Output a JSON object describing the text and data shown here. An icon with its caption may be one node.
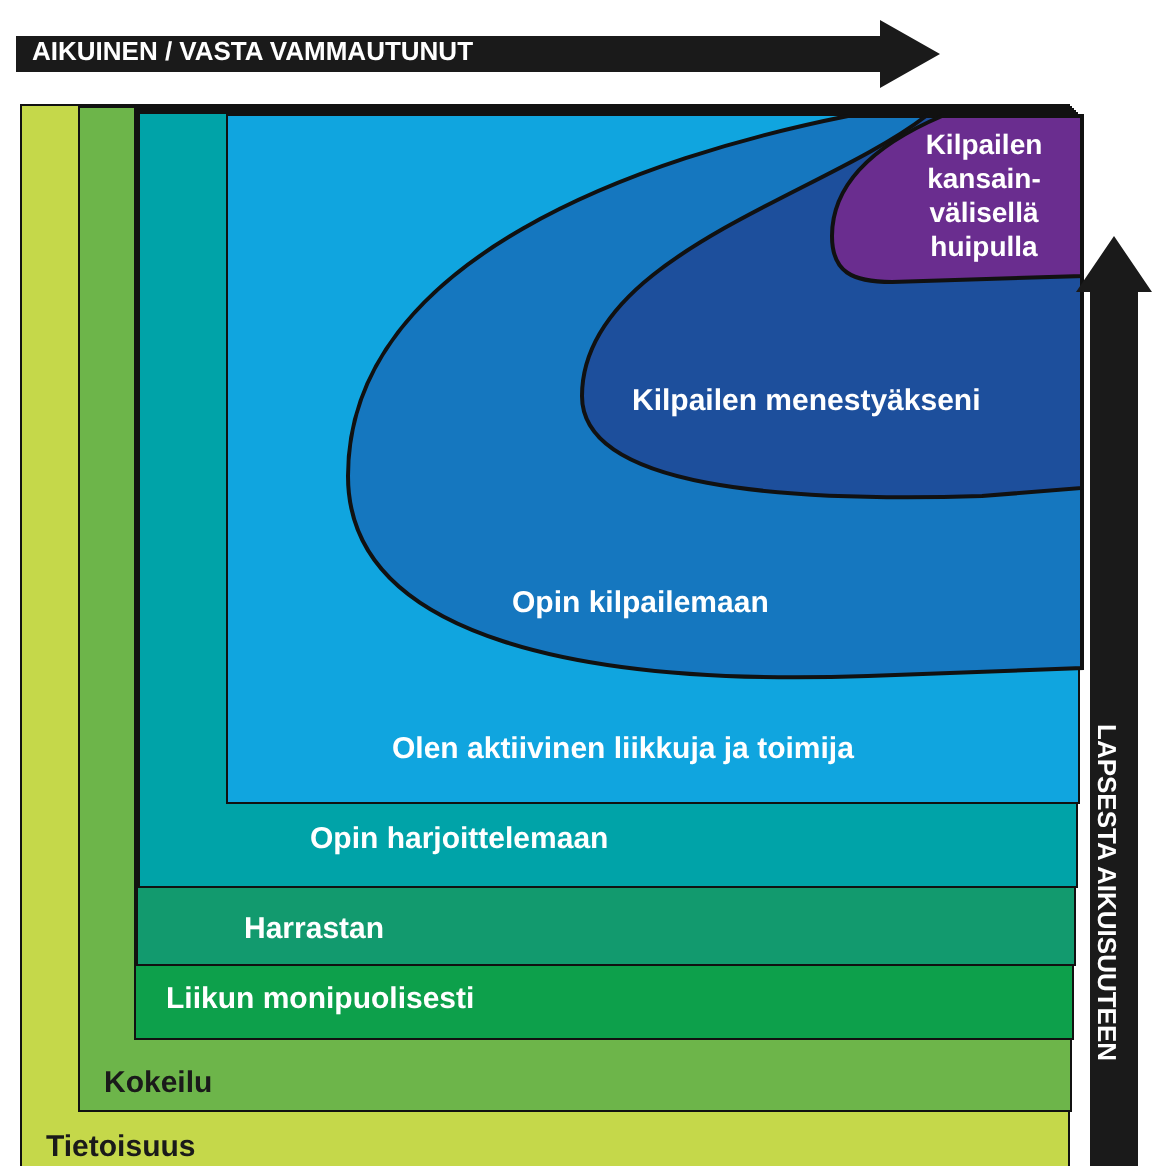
{
  "diagram": {
    "nodes": [
      {
        "text": [
          "Tietoisuus"
        ]
      },
      {
        "text": [
          "Kokeilu"
        ],
        "in": 0
      },
      {
        "text": [
          "Liikun monipuolisesti"
        ],
        "in": 1
      },
      {
        "text": [
          "Harrastan"
        ],
        "in": 2
      },
      {
        "text": [
          "Opin harjoittelemaan"
        ],
        "in": 3
      },
      {
        "text": [
          "Olen aktiivinen liikkuja ja toimija"
        ],
        "in": 4
      },
      {
        "text": [
          "Opin kilpailemaan"
        ],
        "in": 5
      },
      {
        "text": [
          "Kilpailen menestyäkseni"
        ],
        "in": 6
      },
      {
        "text": [
          "Kilpailen kansain-välisellä huipulla"
        ],
        "in": 7
      }
    ],
    "edges": [],
    "labels": [
      "AIKUINEN / VASTA VAMMAUTUNUT",
      "LAPSESTA AIKUISUUTEEN"
    ]
  }
}
